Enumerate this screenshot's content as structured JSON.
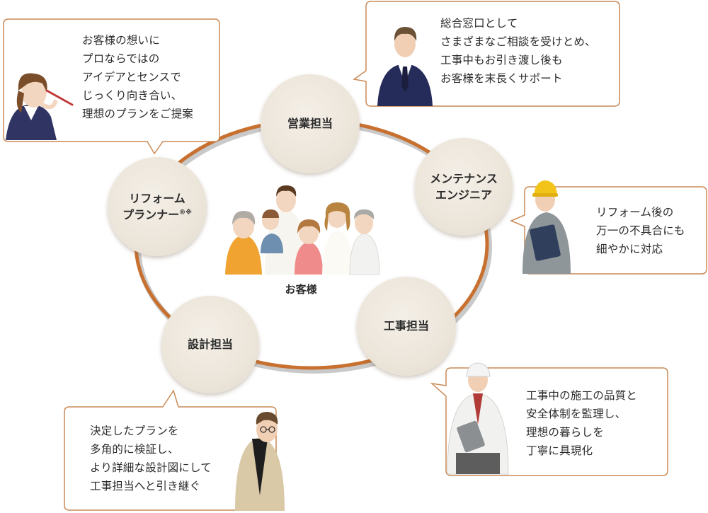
{
  "colors": {
    "ring": "#c8702f",
    "node_fill": "#ece5da",
    "bubble_border": "#c98a57",
    "text": "#2b2b2b"
  },
  "center": {
    "label": "お客様",
    "illustration": "family-group-icon"
  },
  "nodes": {
    "sales": "営業担当",
    "maintenance": "メンテナンス\nエンジニア",
    "construction": "工事担当",
    "design": "設計担当",
    "planner": "リフォーム\nプランナー",
    "planner_mark": "®※"
  },
  "bubbles": {
    "planner": "お客様の想いに\nプロならではの\nアイデアとセンスで\nじっくり向き合い、\n理想のプランをご提案",
    "sales": "総合窓口として\nさまざまなご相談を受けとめ、\n工事中もお引き渡し後も\nお客様を末長くサポート",
    "maintenance": "リフォーム後の\n万一の不具合にも\n細やかに対応",
    "construction": "工事中の施工の品質と\n安全体制を監理し、\n理想の暮らしを\n丁寧に具現化",
    "design": "決定したプランを\n多角的に検証し、\nより詳細な設計図にして\n工事担当へと引き継ぐ"
  }
}
